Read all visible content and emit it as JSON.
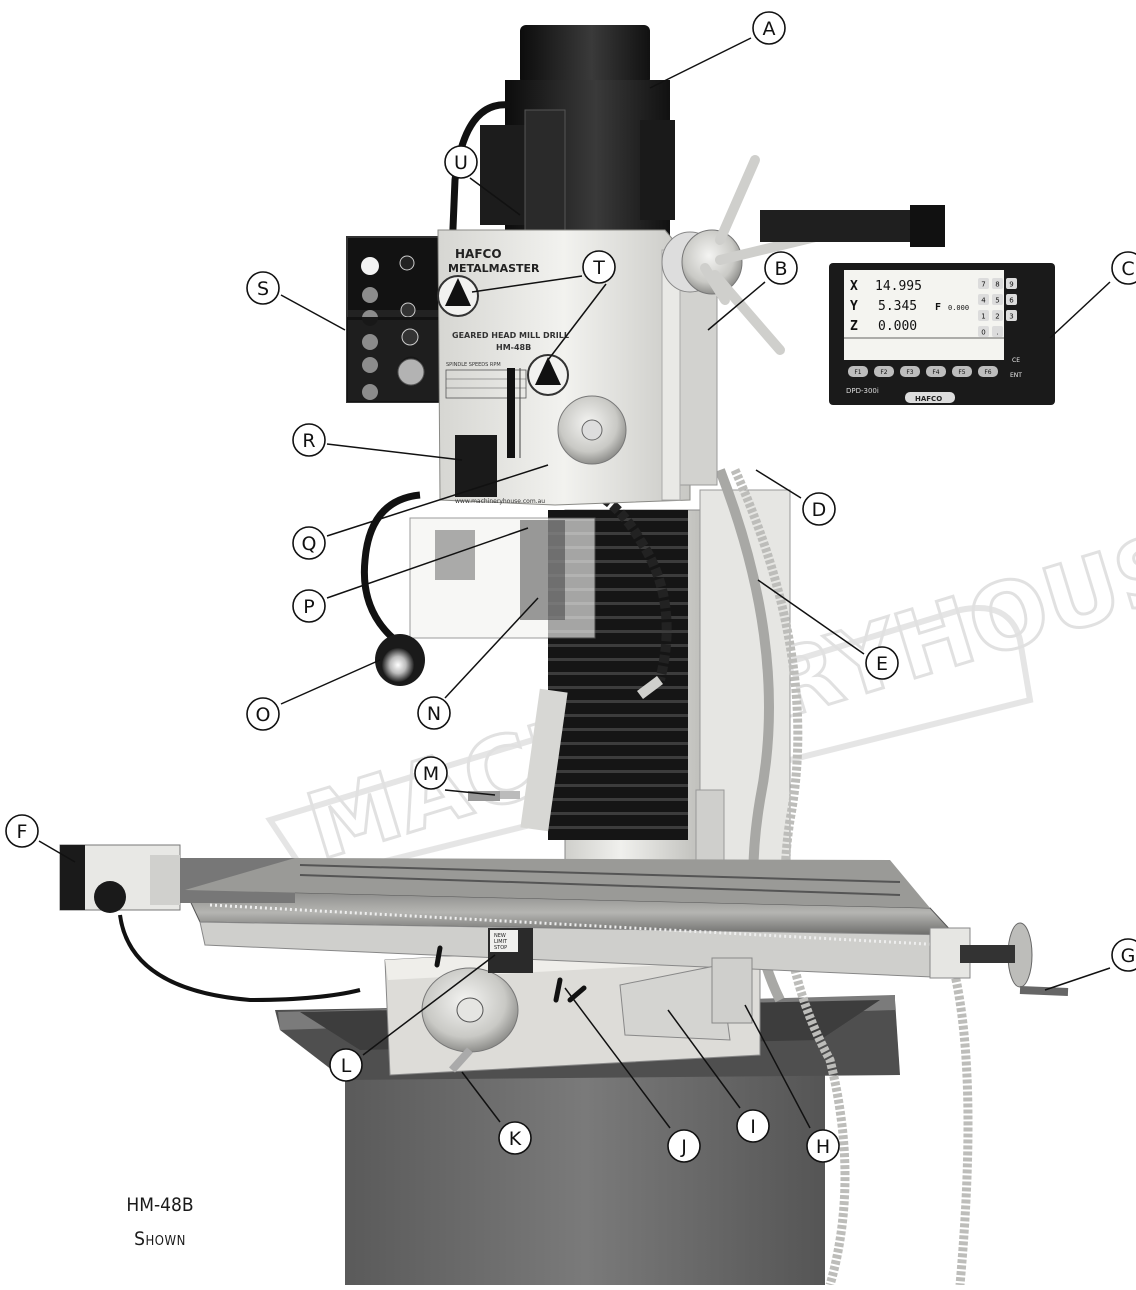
{
  "callouts": [
    "A",
    "B",
    "C",
    "D",
    "E",
    "F",
    "G",
    "H",
    "I",
    "J",
    "K",
    "L",
    "M",
    "N",
    "O",
    "P",
    "Q",
    "R",
    "S",
    "T",
    "U"
  ],
  "caption": {
    "line1": "HM-48B",
    "line2": "Shown"
  },
  "brand": {
    "line1": "HAFCO",
    "line2": "METALMASTER"
  },
  "head_label": {
    "line1": "GEARED HEAD MILL DRILL",
    "line2": "HM-48B"
  },
  "watermark": "MACHINERYHOUSE",
  "dro": {
    "model": "DPD-300i",
    "brand": "HAFCO",
    "x_label": "X",
    "x_value": "14.995",
    "y_label": "Y",
    "y_value": "5.345",
    "z_label": "Z",
    "z_value": "0.000",
    "f_label": "F",
    "f_value": "0.000",
    "keys_num": [
      "7",
      "8",
      "9",
      "4",
      "5",
      "6",
      "1",
      "2",
      "3",
      "0",
      "."
    ],
    "keys_fn": [
      "F1",
      "F2",
      "F3",
      "F4",
      "F5",
      "F6"
    ],
    "key_ce": "CE",
    "key_ent": "ENT"
  },
  "table_label": {
    "line1": "NEW",
    "line2": "LIMIT",
    "line3": "STOP"
  },
  "speeds_title": "SPINDLE SPEEDS RPM",
  "website": "www.machineryhouse.com.au",
  "colors": {
    "ink": "#111111",
    "machine_light": "#e9e9e6",
    "machine_dark": "#1b1b1b",
    "base_grey": "#6b6b6b"
  }
}
